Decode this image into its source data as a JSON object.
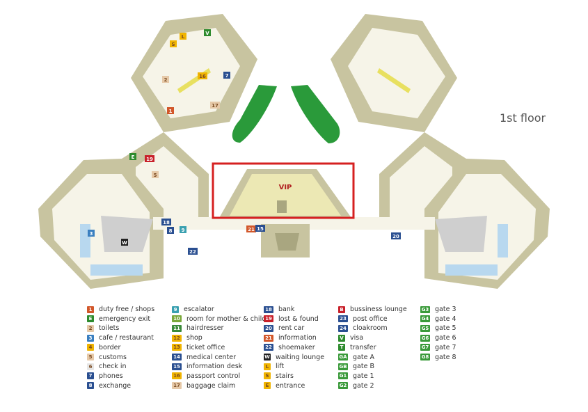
{
  "floor_label": "1st floor",
  "vip_label": "VIP",
  "colors": {
    "building": "#c8c4a0",
    "building_dark": "#a9a680",
    "interior": "#f6f4e8",
    "vip_area": "#ece8b4",
    "grass": "#2a9a3a",
    "highlight": "#d62020",
    "water": "#b8d8ef",
    "grey_zone": "#cfcfcf"
  },
  "map_markers": [
    {
      "text": "L",
      "color": "#f0b400"
    },
    {
      "text": "S",
      "color": "#f0b400"
    },
    {
      "text": "V",
      "color": "#2e8b2e"
    },
    {
      "text": "16",
      "color": "#f0b400"
    },
    {
      "text": "7",
      "color": "#2a4f91"
    },
    {
      "text": "2",
      "color": "#e6c9a8"
    },
    {
      "text": "1",
      "color": "#d2572a"
    },
    {
      "text": "17",
      "color": "#e6c9a8"
    },
    {
      "text": "E",
      "color": "#2e8b2e"
    },
    {
      "text": "19",
      "color": "#c8202a"
    },
    {
      "text": "5",
      "color": "#e6c9a8"
    },
    {
      "text": "3",
      "color": "#3a7fc0"
    },
    {
      "text": "W",
      "color": "#222222"
    },
    {
      "text": "18",
      "color": "#2a4f91"
    },
    {
      "text": "8",
      "color": "#2a4f91"
    },
    {
      "text": "9",
      "color": "#3aa0b0"
    },
    {
      "text": "21",
      "color": "#d2572a"
    },
    {
      "text": "15",
      "color": "#2a4f91"
    },
    {
      "text": "22",
      "color": "#2a4f91"
    },
    {
      "text": "20",
      "color": "#2a4f91"
    }
  ],
  "legend": [
    [
      {
        "code": "1",
        "label": "duty free / shops",
        "color": "#d2572a"
      },
      {
        "code": "E",
        "label": "emergency exit",
        "color": "#2e8b2e"
      },
      {
        "code": "2",
        "label": "toilets",
        "color": "#e6c9a8"
      },
      {
        "code": "3",
        "label": "cafe / restaurant",
        "color": "#3a7fc0"
      },
      {
        "code": "4",
        "label": "border",
        "color": "#f0b400"
      },
      {
        "code": "5",
        "label": "customs",
        "color": "#e6c9a8"
      },
      {
        "code": "6",
        "label": "check in",
        "color": "#e6e6e6"
      },
      {
        "code": "7",
        "label": "phones",
        "color": "#2a4f91"
      },
      {
        "code": "8",
        "label": "exchange",
        "color": "#2a4f91"
      }
    ],
    [
      {
        "code": "9",
        "label": "escalator",
        "color": "#3aa0b0"
      },
      {
        "code": "10",
        "label": "room for mother & child",
        "color": "#7aa83a"
      },
      {
        "code": "11",
        "label": "hairdresser",
        "color": "#3a8a3a"
      },
      {
        "code": "12",
        "label": "shop",
        "color": "#f0b400"
      },
      {
        "code": "13",
        "label": "ticket office",
        "color": "#f0b400"
      },
      {
        "code": "14",
        "label": "medical center",
        "color": "#2a4f91"
      },
      {
        "code": "15",
        "label": "information desk",
        "color": "#2a4f91"
      },
      {
        "code": "16",
        "label": "passport control",
        "color": "#f0b400"
      },
      {
        "code": "17",
        "label": "baggage claim",
        "color": "#e6c9a8"
      }
    ],
    [
      {
        "code": "18",
        "label": "bank",
        "color": "#2a4f91"
      },
      {
        "code": "19",
        "label": "lost & found",
        "color": "#c8202a"
      },
      {
        "code": "20",
        "label": "rent car",
        "color": "#2a4f91"
      },
      {
        "code": "21",
        "label": "information",
        "color": "#d2572a"
      },
      {
        "code": "22",
        "label": "shoemaker",
        "color": "#2a4f91"
      },
      {
        "code": "W",
        "label": "waiting lounge",
        "color": "#222222"
      },
      {
        "code": "L",
        "label": "lift",
        "color": "#f0b400"
      },
      {
        "code": "S",
        "label": "stairs",
        "color": "#f0b400"
      },
      {
        "code": "E",
        "label": "entrance",
        "color": "#f0b400"
      }
    ],
    [
      {
        "code": "B",
        "label": "bussiness lounge",
        "color": "#c8202a"
      },
      {
        "code": "23",
        "label": "post office",
        "color": "#2a4f91"
      },
      {
        "code": "24",
        "label": "cloakroom",
        "color": "#2a4f91"
      },
      {
        "code": "V",
        "label": "visa",
        "color": "#2e8b2e"
      },
      {
        "code": "T",
        "label": "transfer",
        "color": "#2e8b2e"
      },
      {
        "code": "GA",
        "label": "gate ",
        "bold": "A",
        "color": "#3a9a3a"
      },
      {
        "code": "GB",
        "label": "gate ",
        "bold": "B",
        "color": "#3a9a3a"
      },
      {
        "code": "G1",
        "label": "gate ",
        "bold": "1",
        "color": "#3a9a3a"
      },
      {
        "code": "G2",
        "label": "gate ",
        "bold": "2",
        "color": "#3a9a3a"
      }
    ],
    [
      {
        "code": "G3",
        "label": "gate ",
        "bold": "3",
        "color": "#3a9a3a"
      },
      {
        "code": "G4",
        "label": "gate ",
        "bold": "4",
        "color": "#3a9a3a"
      },
      {
        "code": "G5",
        "label": "gate ",
        "bold": "5",
        "color": "#3a9a3a"
      },
      {
        "code": "G6",
        "label": "gate ",
        "bold": "6",
        "color": "#3a9a3a"
      },
      {
        "code": "G7",
        "label": "gate ",
        "bold": "7",
        "color": "#3a9a3a"
      },
      {
        "code": "G8",
        "label": "gate ",
        "bold": "8",
        "color": "#3a9a3a"
      }
    ]
  ]
}
